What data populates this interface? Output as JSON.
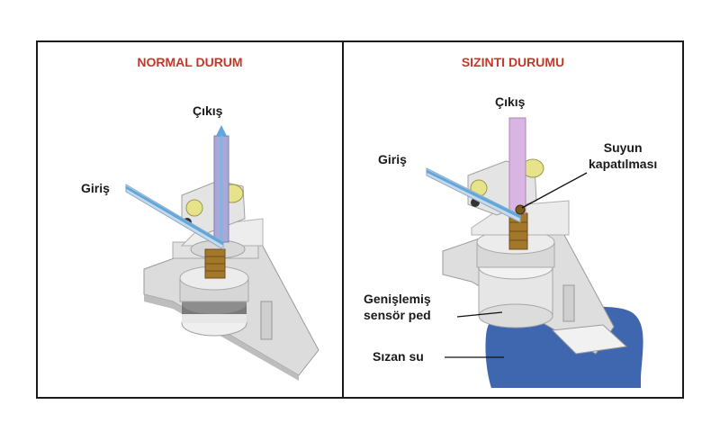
{
  "colors": {
    "title_red": "#c0392b",
    "outlet_pipe": "#a9a8d8",
    "outlet_pipe_leak": "#d9b5e3",
    "inlet_pipe": "#7fb6e0",
    "valve_yellow": "#e6e38a",
    "brass": "#a3782a",
    "leak_water": "#2f5aa8"
  },
  "left": {
    "title": "NORMAL DURUM",
    "label_outlet": "Çıkış",
    "label_inlet": "Giriş"
  },
  "right": {
    "title": "SIZINTI DURUMU",
    "label_outlet": "Çıkış",
    "label_inlet": "Giriş",
    "label_shutoff_line1": "Suyun",
    "label_shutoff_line2": "kapatılması",
    "label_pad_line1": "Genişlemiş",
    "label_pad_line2": "sensör ped",
    "label_leak": "Sızan su"
  }
}
